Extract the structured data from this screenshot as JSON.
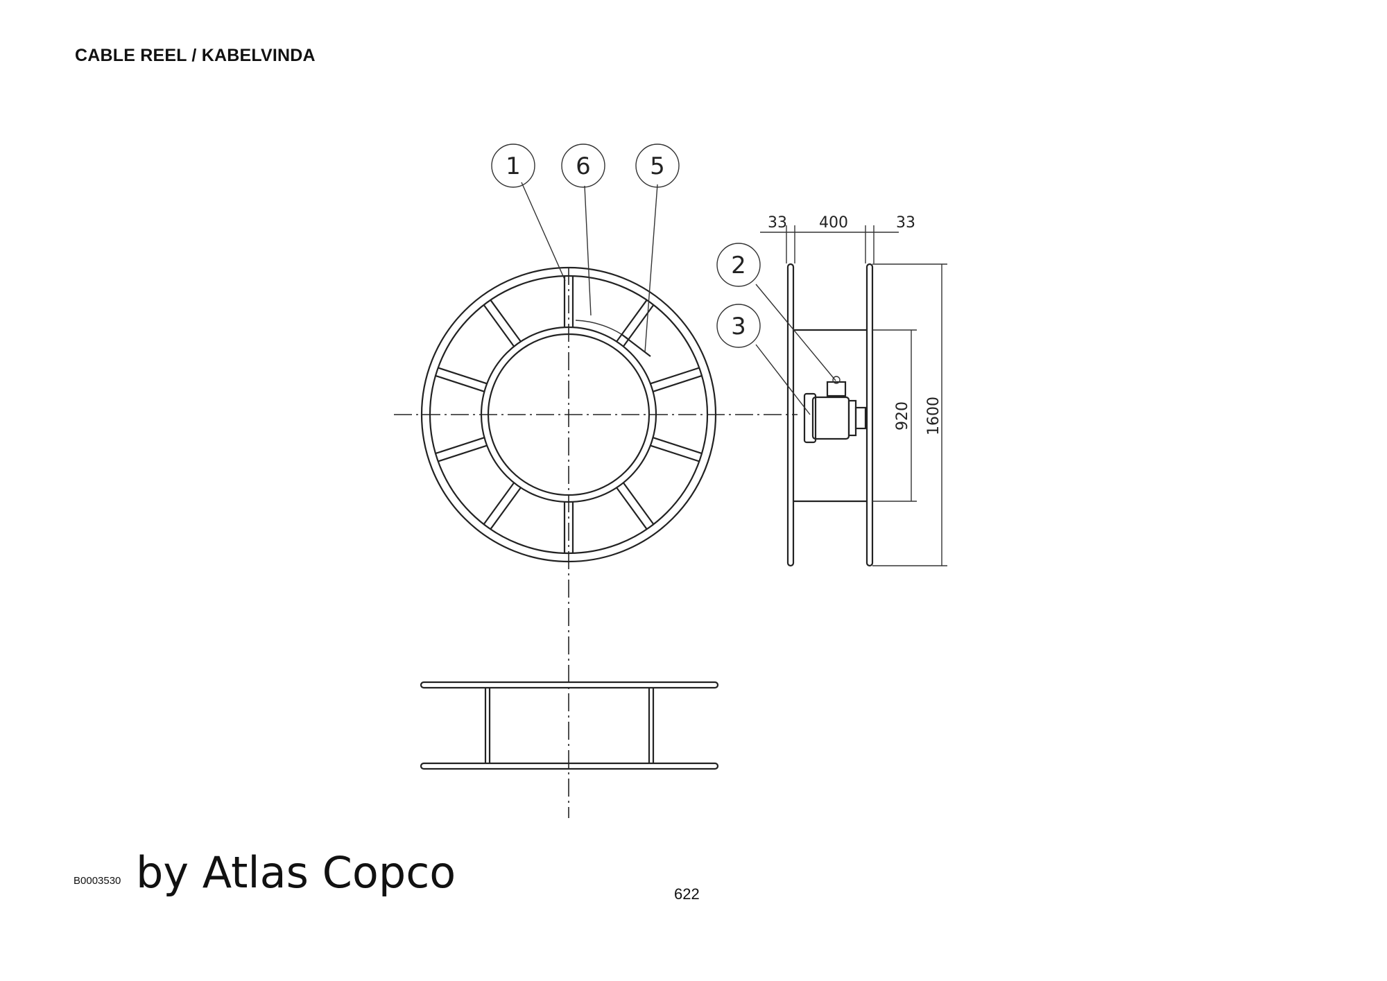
{
  "header": {
    "title": "CABLE REEL / KABELVINDA"
  },
  "drawing": {
    "callouts": [
      {
        "label": "1"
      },
      {
        "label": "6"
      },
      {
        "label": "5"
      },
      {
        "label": "2"
      },
      {
        "label": "3"
      }
    ],
    "dimensions": {
      "flange_left": "33",
      "width": "400",
      "flange_right": "33",
      "drum_diameter": "920",
      "flange_diameter": "1600"
    }
  },
  "footer": {
    "drawing_code": "B0003530",
    "brand": "by Atlas Copco",
    "page_number": "622"
  }
}
